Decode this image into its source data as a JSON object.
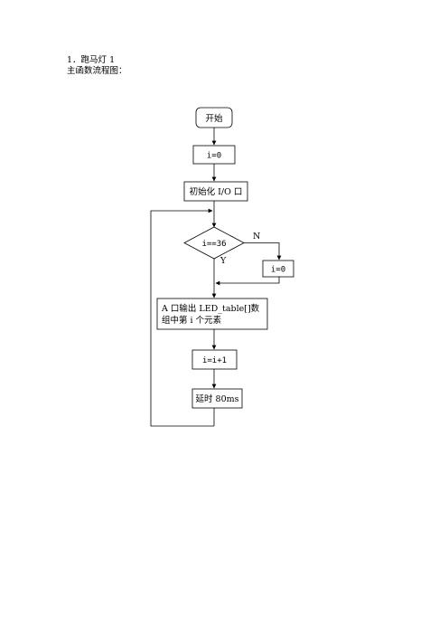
{
  "doc": {
    "section_title": "1．跑马灯 1",
    "caption": "主函数流程图："
  },
  "flowchart": {
    "start": "开始",
    "init_i": "i=0",
    "init_io": "初始化 I/O 口",
    "decision": "i==36",
    "yes_label": "Y",
    "no_label": "N",
    "reset_i": "i=0",
    "output_line1": "A 口输出 LED_table[]数",
    "output_line2": "组中第 i 个元素",
    "increment": "i=i+1",
    "delay": "延时 80ms"
  }
}
